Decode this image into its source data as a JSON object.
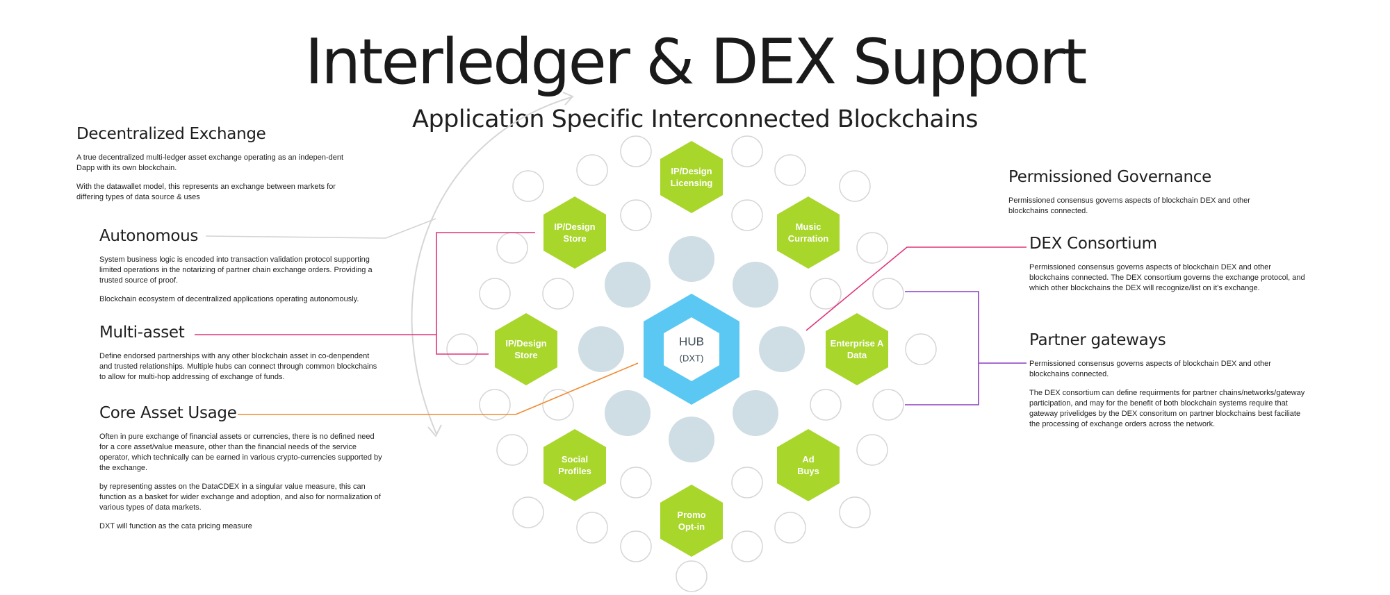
{
  "title": "Interledger & DEX Support",
  "subtitle": "Application Specific Interconnected Blockchains",
  "left_sections": {
    "decentralized_exchange": {
      "heading": "Decentralized Exchange",
      "p1": "A true decentralized multi-ledger asset exchange operating as an indepen-dent Dapp with its own blockchain.",
      "p2": "With the datawallet model, this represents an exchange between markets for differing types of data source & uses"
    },
    "autonomous": {
      "heading": "Autonomous",
      "p1": "System business logic is encoded into transaction validation protocol supporting limited operations in the notarizing of partner chain exchange orders. Providing a trusted source of proof.",
      "p2": "Blockchain ecosystem of decentralized applications operating autonomously."
    },
    "multi_asset": {
      "heading": "Multi-asset",
      "p1": "Define endorsed partnerships with any other blockchain asset in co-denpendent and trusted relationships. Multiple hubs can connect through common blockchains to allow for multi-hop addressing of exchange of funds."
    },
    "core_asset_usage": {
      "heading": "Core Asset Usage",
      "p1": "Often in pure exchange of financial assets or currencies, there is no defined need for a core asset/value measure, other than the financial needs of the service operator, which technically can be earned in various crypto-currencies supported by the exchange.",
      "p2": "by representing asstes on the DataCDEX in a singular value measure, this can function as a basket for wider exchange and adoption, and also for normalization of various types of data markets.",
      "p3": "DXT will function as the cata pricing measure"
    }
  },
  "right_sections": {
    "permissioned_governance": {
      "heading": "Permissioned Governance",
      "p1": "Permissioned consensus governs aspects of blockchain DEX and other blockchains connected."
    },
    "dex_consortium": {
      "heading": "DEX Consortium",
      "p1": "Permissioned consensus governs aspects of blockchain DEX and other blockchains connected. The DEX consortium governs the exchange protocol, and which other blockchains the DEX will recognize/list on it's exchange."
    },
    "partner_gateways": {
      "heading": "Partner gateways",
      "p1": "Permissioned consensus governs aspects of blockchain DEX and other blockchains connected.",
      "p2": "The DEX consortium can define requirments for partner chains/networks/gateway participation, and may for the benefit of both blockchain systems require that gateway privelidges by the DEX consoritum on partner blockchains best faciliate the processing of exchange orders across the network."
    }
  },
  "hub": {
    "label": "HUB",
    "sublabel": "(DXT)"
  },
  "hex_nodes": [
    {
      "line1": "IP/Design",
      "line2": "Licensing"
    },
    {
      "line1": "IP/Design",
      "line2": "Store"
    },
    {
      "line1": "Music",
      "line2": "Curration"
    },
    {
      "line1": "IP/Design",
      "line2": "Store"
    },
    {
      "line1": "Enterprise A",
      "line2": "Data"
    },
    {
      "line1": "Social",
      "line2": "Profiles"
    },
    {
      "line1": "Ad",
      "line2": "Buys"
    },
    {
      "line1": "Promo",
      "line2": "Opt-in"
    }
  ],
  "colors": {
    "hex_green": "#a8d62b",
    "hub_blue": "#5ac8f2",
    "inner_circle": "#cfdde4",
    "outer_circle_stroke": "#d4d4d4",
    "magenta": "#e0337a",
    "orange": "#f0892f",
    "purple": "#8e3bbf",
    "gray_line": "#d0d0d0"
  }
}
